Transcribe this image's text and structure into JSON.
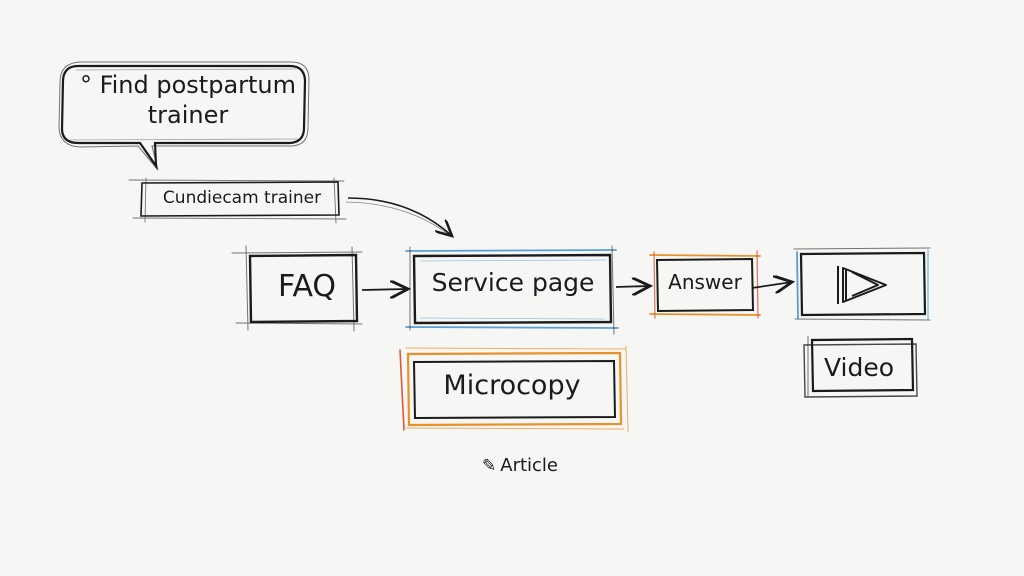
{
  "nodes": {
    "bubble": "° Find postpartum trainer",
    "search": "Cundiecam trainer",
    "faq": "FAQ",
    "service": "Service page",
    "answer": "Answer",
    "microcopy": "Microcopy",
    "video": "Video",
    "article": "Article",
    "play_icon": "play-icon",
    "article_icon": "pencil-circle-icon"
  },
  "colors": {
    "ink": "#1b1b1b",
    "blue_accent": "#5a9fd4",
    "orange_accent": "#e8912a",
    "red_accent": "#d95a3a",
    "background": "#f6f6f4"
  }
}
